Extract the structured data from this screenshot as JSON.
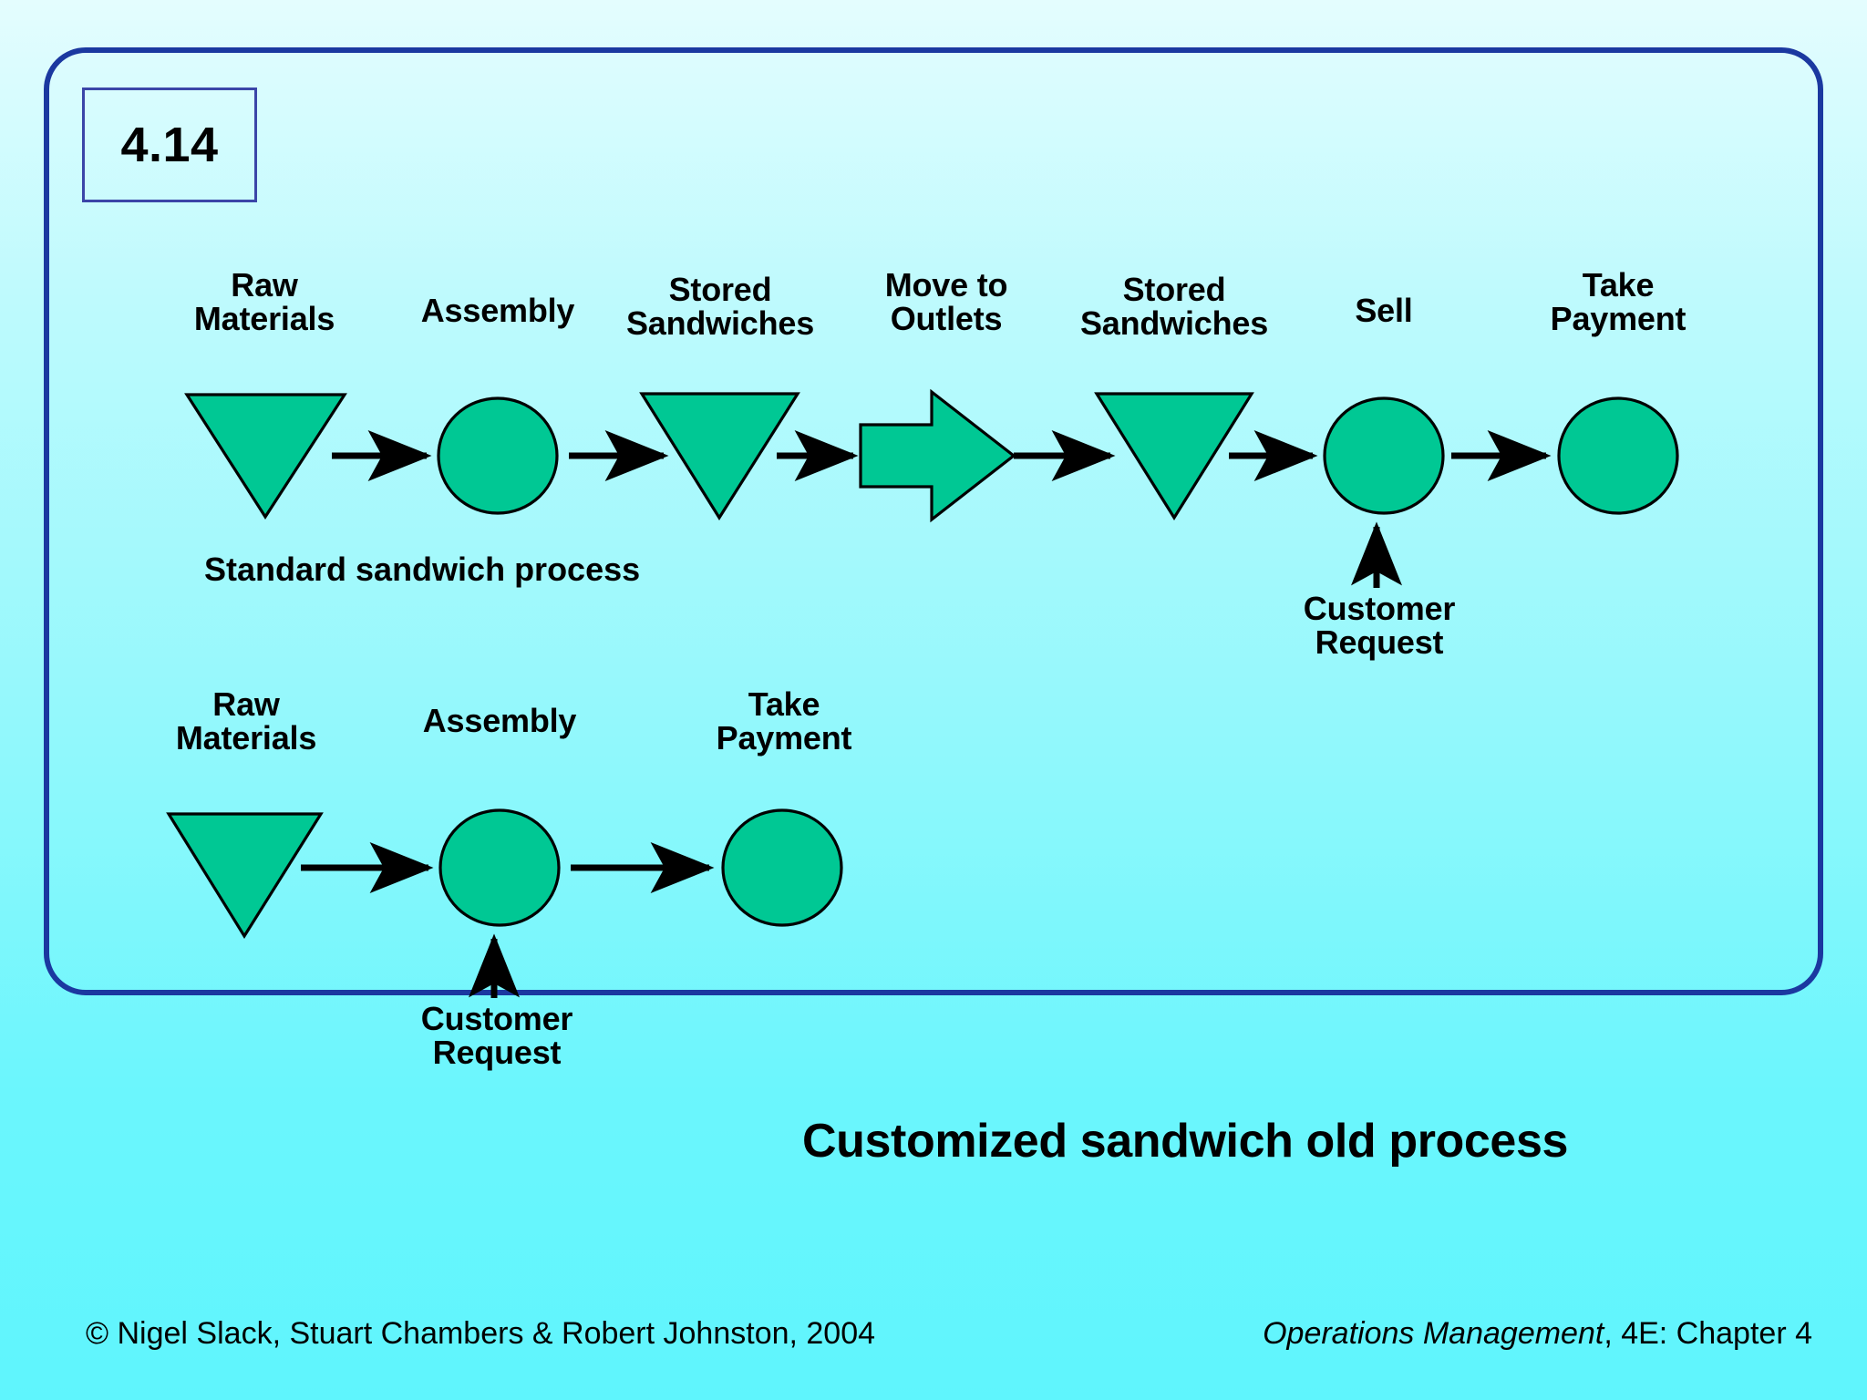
{
  "slide": {
    "number": "4.14",
    "background_top_color": "#e4fdfe",
    "background_bottom_color": "#5ff5fd",
    "frame_border_color": "#1b38a0",
    "shape_fill_color": "#00c894",
    "shape_stroke_color": "#000000"
  },
  "diagrams": [
    {
      "name": "standard-sandwich-process",
      "caption": "Standard sandwich process",
      "nodes": [
        {
          "label": "Raw\nMaterials",
          "icon": "inverted-triangle-inventory-icon",
          "shape": "triangle-down"
        },
        {
          "label": "Assembly",
          "icon": "circle-operation-icon",
          "shape": "circle"
        },
        {
          "label": "Stored\nSandwiches",
          "icon": "inverted-triangle-inventory-icon",
          "shape": "triangle-down"
        },
        {
          "label": "Move to\nOutlets",
          "icon": "block-arrow-transport-icon",
          "shape": "block-arrow"
        },
        {
          "label": "Stored\nSandwiches",
          "icon": "inverted-triangle-inventory-icon",
          "shape": "triangle-down"
        },
        {
          "label": "Sell",
          "icon": "circle-operation-icon",
          "shape": "circle"
        },
        {
          "label": "Take\nPayment",
          "icon": "circle-operation-icon",
          "shape": "circle"
        }
      ],
      "input_annotation": {
        "label": "Customer\nRequest",
        "target_node": "Sell"
      }
    },
    {
      "name": "customized-sandwich-old-process",
      "caption": "Customized sandwich old process",
      "nodes": [
        {
          "label": "Raw\nMaterials",
          "icon": "inverted-triangle-inventory-icon",
          "shape": "triangle-down"
        },
        {
          "label": "Assembly",
          "icon": "circle-operation-icon",
          "shape": "circle"
        },
        {
          "label": "Take\nPayment",
          "icon": "circle-operation-icon",
          "shape": "circle"
        }
      ],
      "input_annotation": {
        "label": "Customer\nRequest",
        "target_node": "Assembly"
      }
    }
  ],
  "labels": {
    "row1": {
      "raw_materials": "Raw\nMaterials",
      "assembly": "Assembly",
      "stored_sandwiches_1": "Stored\nSandwiches",
      "move_to_outlets": "Move to\nOutlets",
      "stored_sandwiches_2": "Stored\nSandwiches",
      "sell": "Sell",
      "take_payment": "Take\nPayment",
      "customer_request": "Customer\nRequest",
      "caption": "Standard sandwich process"
    },
    "row2": {
      "raw_materials": "Raw\nMaterials",
      "assembly": "Assembly",
      "take_payment": "Take\nPayment",
      "customer_request": "Customer\nRequest",
      "caption": "Customized sandwich old process"
    }
  },
  "footer": {
    "copyright": "© Nigel Slack, Stuart Chambers & Robert Johnston, 2004",
    "book_title": "Operations Management",
    "book_ref": ", 4E: Chapter 4"
  }
}
